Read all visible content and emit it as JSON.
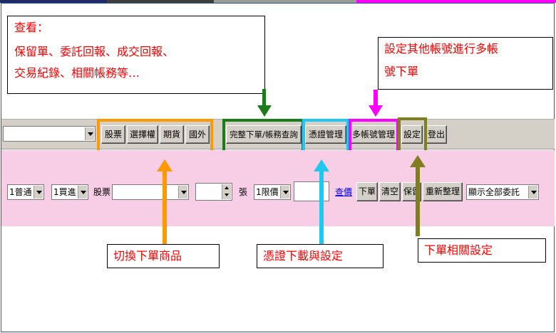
{
  "colors": {
    "orange": "#ff9900",
    "green": "#1a7d1a",
    "cyan": "#1ec8f0",
    "magenta": "#ff00ff",
    "olive": "#7f7f20",
    "annotation_text": "#ff0000",
    "pink_panel": "#f8cde6",
    "link": "#0000ee"
  },
  "toolbar": {
    "account_value": "",
    "buttons": {
      "stock": "股票",
      "options": "選擇權",
      "futures": "期貨",
      "foreign": "國外",
      "full_order_query": "完整下單/帳務查詢",
      "cert_mgmt": "憑證管理",
      "multi_account": "多帳號管理",
      "settings": "設定",
      "logout": "登出"
    }
  },
  "order_form": {
    "order_type": "1普通",
    "side": "1買進",
    "product_label": "股票",
    "product_value": "",
    "quantity_value": "",
    "unit_label": "張",
    "price_type": "1限價",
    "price_value": "",
    "quote_link": "查價",
    "buttons": {
      "place_order": "下單",
      "clear": "清空",
      "reserve": "保留",
      "reset": "重新整理"
    },
    "display_filter": "顯示全部委託"
  },
  "annotations": {
    "view_box": {
      "line1": "查看：",
      "line2": "保留單、委託回報、成交回報、",
      "line3": "交易紀錄、相關帳務等…"
    },
    "multi_account_box": {
      "line1": "設定其他帳號進行多帳",
      "line2": "號下單"
    },
    "switch_product": "切換下單商品",
    "cert_download": "憑證下載與設定",
    "order_settings": "下單相關設定"
  },
  "icons": {
    "dropdown": "chevron-down-icon",
    "spinner": "spin-updown-icon",
    "arrows": "callout-arrow-icon"
  }
}
